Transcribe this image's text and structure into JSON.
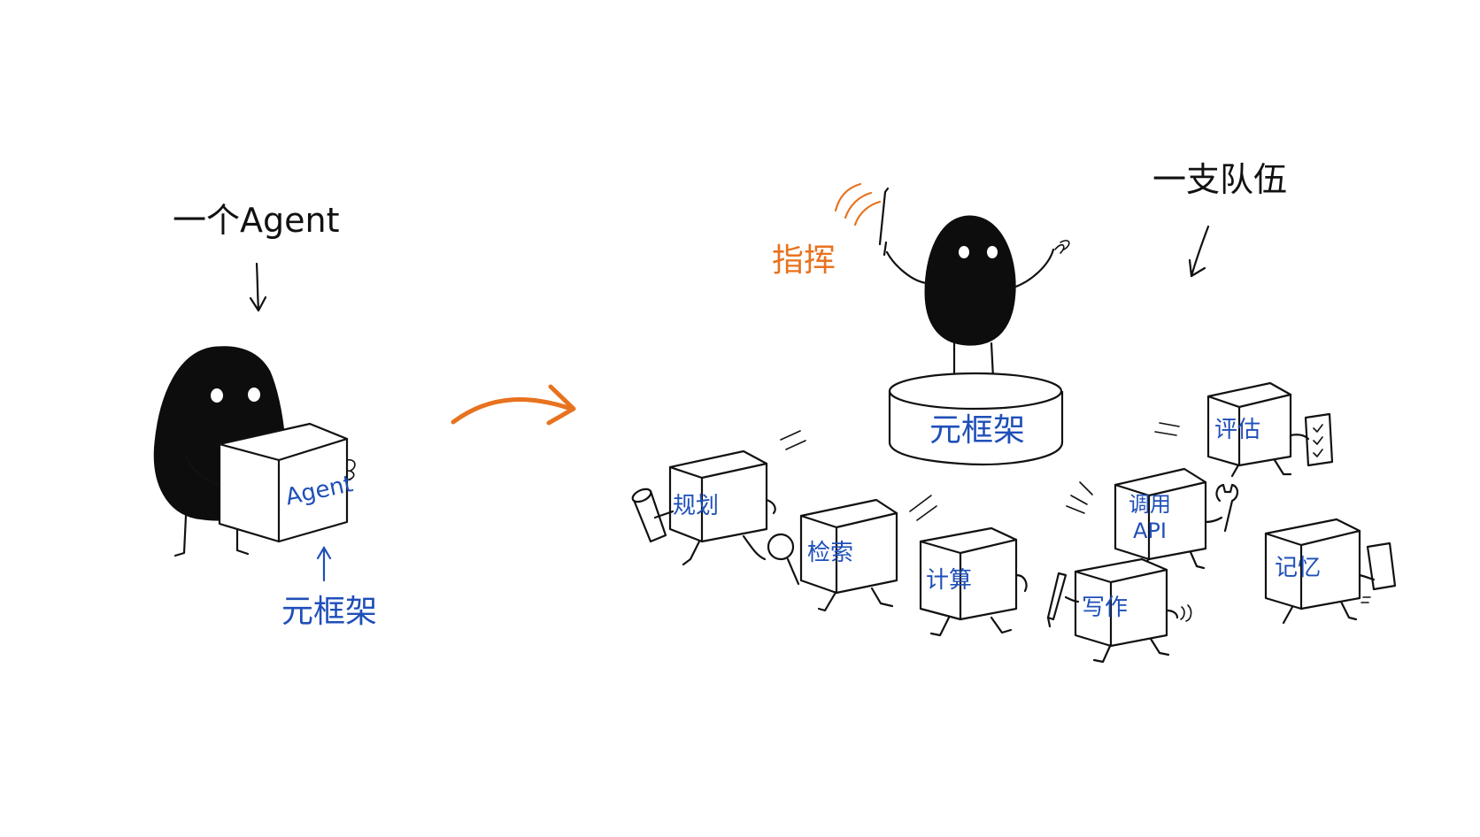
{
  "labels": {
    "single_agent": "一个Agent",
    "box_agent": "Agent",
    "meta_framework_left": "元框架",
    "conductor": "指挥",
    "team": "一支队伍",
    "meta_framework_pedestal": "元框架"
  },
  "team_members": [
    {
      "id": "planning",
      "label": "规划",
      "tool": "scroll-icon"
    },
    {
      "id": "retrieval",
      "label": "检索",
      "tool": "magnifier-icon"
    },
    {
      "id": "compute",
      "label": "计算",
      "tool": "none"
    },
    {
      "id": "call-api",
      "label": "调用\nAPI",
      "tool": "wrench-icon"
    },
    {
      "id": "writing",
      "label": "写作",
      "tool": "pen-icon"
    },
    {
      "id": "evaluate",
      "label": "评估",
      "tool": "clipboard-icon"
    },
    {
      "id": "memory",
      "label": "记忆",
      "tool": "phone-icon"
    }
  ],
  "colors": {
    "ink": "#111111",
    "blue": "#1f4fb8",
    "orange": "#e8721f"
  }
}
